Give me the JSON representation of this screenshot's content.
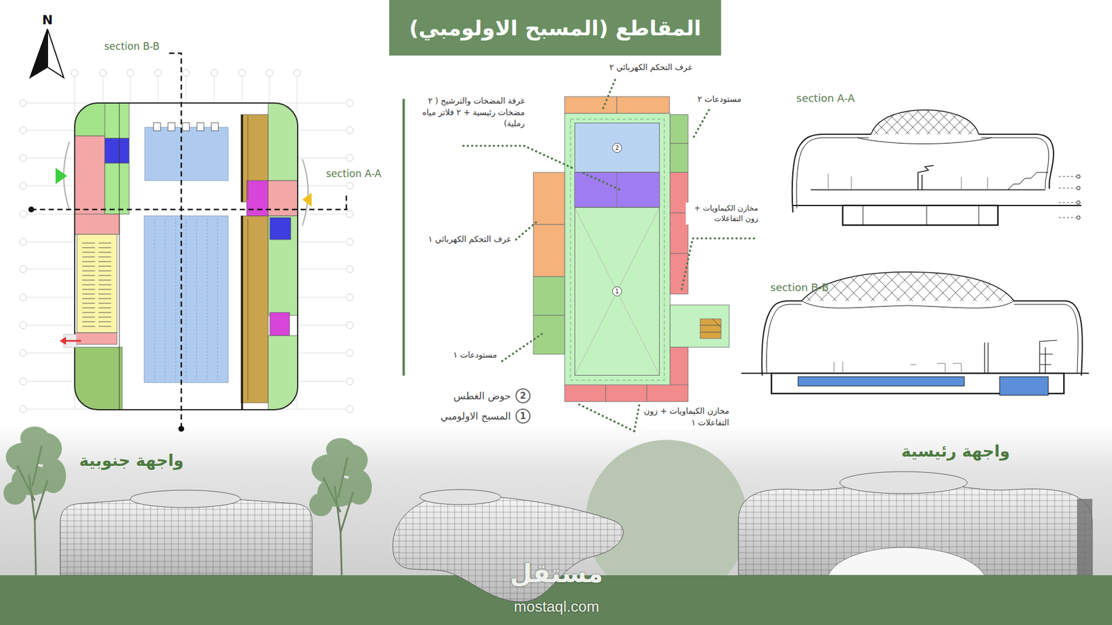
{
  "diagram": {
    "title": "المقاطع (المسبح الاولومبي)",
    "nodes": [
      {
        "text": [
          "2"
        ]
      },
      {
        "text": [
          "1"
        ]
      },
      {
        "text": [
          "2",
          "حوض الغطس"
        ]
      },
      {
        "text": [
          "1",
          "المسبح الاولومبي"
        ]
      }
    ],
    "labels": [
      "N",
      "section B-B",
      "section A-A",
      "غرف التحكم الكهربائي ٢",
      "مستودعات ٢",
      "غرفة المضخات والترشيح ( ٢ مضخات رئيسية + ٢ فلاتر مياه رملية)",
      "مخازن الكيماويات + زون التفاعلات",
      "غرف التحكم الكهربائي ١",
      "مستودعات ١",
      "مخازن الكيماويات + زون التفاعلات ١",
      "section A-A",
      "section B-B",
      "واجهة جنوبية",
      "واجهة رئيسية",
      "مستقل",
      "mostaql.com"
    ]
  }
}
